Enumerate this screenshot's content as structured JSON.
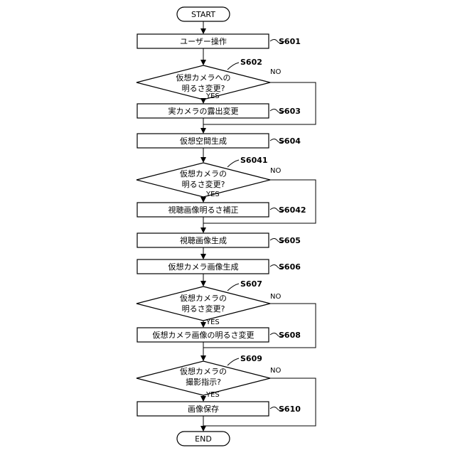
{
  "terminals": {
    "start": "START",
    "end": "END"
  },
  "processes": {
    "s601": "ユーザー操作",
    "s603": "実カメラの露出変更",
    "s604": "仮想空間生成",
    "s6042": "視聴画像明るさ補正",
    "s605": "視聴画像生成",
    "s606": "仮想カメラ画像生成",
    "s608": "仮想カメラ画像の明るさ変更",
    "s610": "画像保存"
  },
  "decisions": {
    "s602": {
      "line1": "仮想カメラへの",
      "line2": "明るさ変更?"
    },
    "s6041": {
      "line1": "仮想カメラの",
      "line2": "明るさ変更?"
    },
    "s607": {
      "line1": "仮想カメラの",
      "line2": "明るさ変更?"
    },
    "s609": {
      "line1": "仮想カメラの",
      "line2": "撮影指示?"
    }
  },
  "steps": {
    "s601": "S601",
    "s602": "S602",
    "s603": "S603",
    "s604": "S604",
    "s6041": "S6041",
    "s6042": "S6042",
    "s605": "S605",
    "s606": "S606",
    "s607": "S607",
    "s608": "S608",
    "s609": "S609",
    "s610": "S610"
  },
  "branch_labels": {
    "yes": "YES",
    "no": "NO"
  }
}
